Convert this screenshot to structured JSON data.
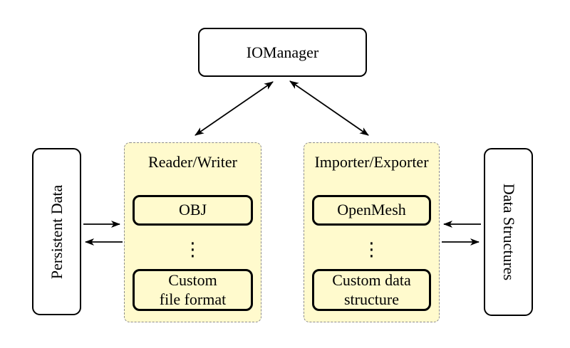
{
  "nodes": {
    "io_manager": {
      "label": "IOManager"
    },
    "persistent_data": {
      "label": "Persistent Data"
    },
    "data_structures": {
      "label": "Data Structures"
    }
  },
  "panels": {
    "reader_writer": {
      "title": "Reader/Writer",
      "top_item": "OBJ",
      "ellipsis": "⋮",
      "bottom_item": [
        "Custom",
        "file format"
      ]
    },
    "importer_exporter": {
      "title": "Importer/Exporter",
      "top_item": "OpenMesh",
      "ellipsis": "⋮",
      "bottom_item": [
        "Custom data",
        "structure"
      ]
    }
  },
  "colors": {
    "panel_fill": "#FFFACD",
    "panel_dashed_border": "#8C8C8C",
    "box_border": "#000000",
    "arrow": "#000000",
    "background": "#FFFFFF"
  }
}
